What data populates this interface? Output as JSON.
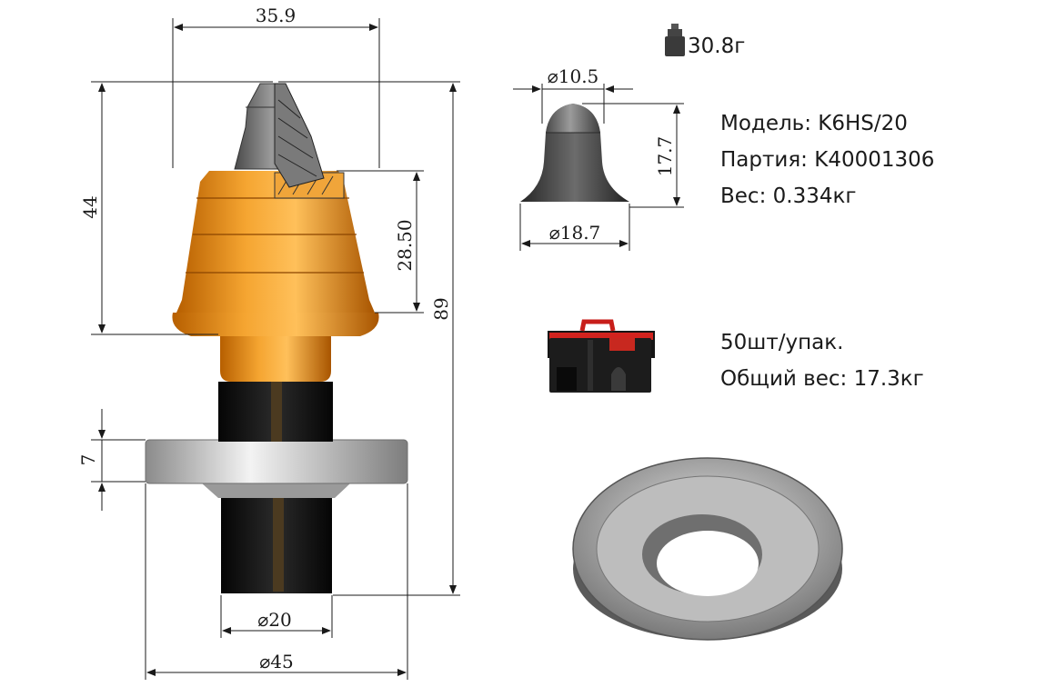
{
  "main_part": {
    "dims": {
      "top_width": "35.9",
      "head_height": "44",
      "collar_height": "28.50",
      "total_height": "89",
      "washer_thickness": "7",
      "shank_diameter": "20",
      "washer_diameter": "45"
    },
    "colors": {
      "body": "#e08a10",
      "shank": "#111111",
      "washer": "#d6d6d6",
      "tip": "#8a8a8a"
    }
  },
  "tip_part": {
    "dims": {
      "top_diameter": "10.5",
      "height": "17.7",
      "base_diameter": "18.7"
    },
    "weight_icon": "weight-icon",
    "weight": "30.8г"
  },
  "info": {
    "model": "Модель: K6HS/20",
    "batch": "Партия: K40001306",
    "weight": "Вес: 0.334кг"
  },
  "package": {
    "box_icon": "package-box-icon",
    "qty": "50шт/упак.",
    "total_weight": "Общий вес: 17.3кг"
  }
}
